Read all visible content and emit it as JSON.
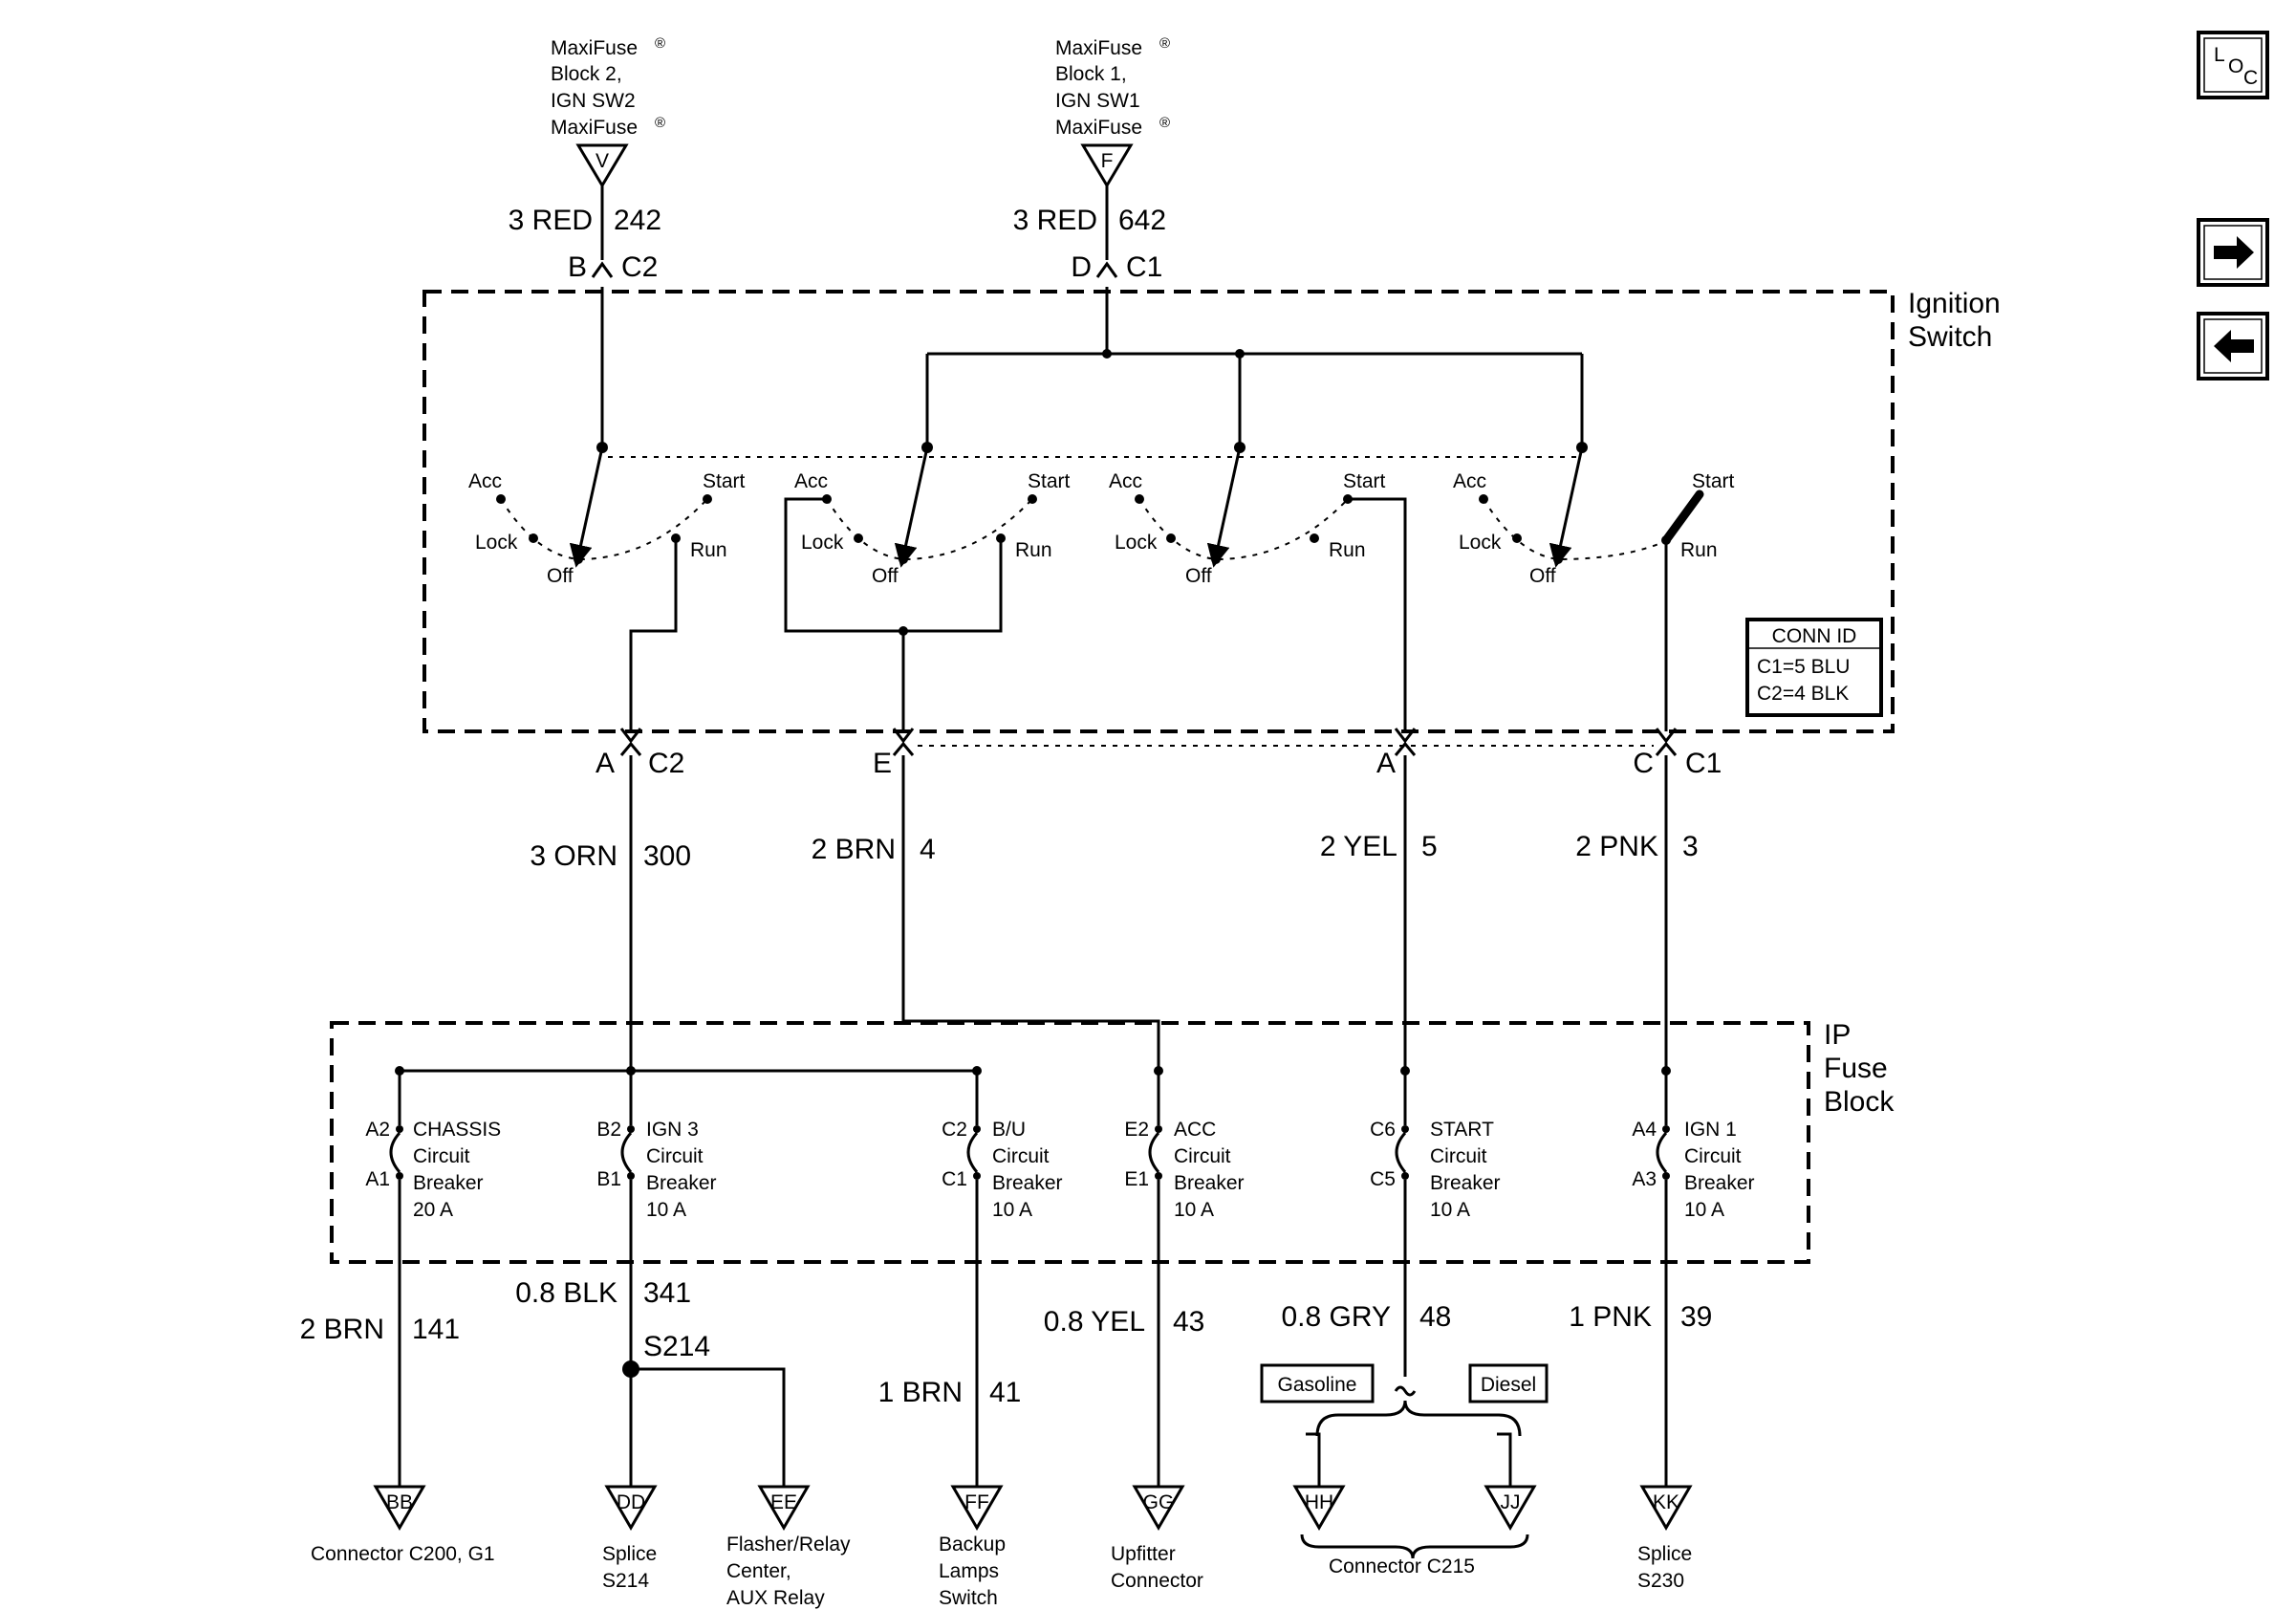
{
  "nav": {
    "loc_l": "L",
    "loc_o": "O",
    "loc_c": "C"
  },
  "top_feeds": [
    {
      "line1": "MaxiFuse",
      "line2": "Block 2,",
      "line3": "IGN SW2",
      "line4": "MaxiFuse",
      "symbol": "V",
      "wire": "3 RED",
      "circuit": "242",
      "pin": "B",
      "conn": "C2"
    },
    {
      "line1": "MaxiFuse",
      "line2": "Block 1,",
      "line3": "IGN SW1",
      "line4": "MaxiFuse",
      "symbol": "F",
      "wire": "3 RED",
      "circuit": "642",
      "pin": "D",
      "conn": "C1"
    }
  ],
  "registered_mark": "®",
  "ignition_switch": {
    "title_line1": "Ignition",
    "title_line2": "Switch",
    "positions": {
      "acc": "Acc",
      "start": "Start",
      "lock": "Lock",
      "off": "Off",
      "run": "Run"
    },
    "conn_id": {
      "title": "CONN ID",
      "c1": "C1=5 BLU",
      "c2": "C2=4 BLK"
    }
  },
  "switch_outputs": [
    {
      "pin": "A",
      "conn": "C2",
      "wire": "3 ORN",
      "circuit": "300"
    },
    {
      "pin": "E",
      "conn": "",
      "wire": "2 BRN",
      "circuit": "4"
    },
    {
      "pin": "A",
      "conn": "",
      "wire": "2 YEL",
      "circuit": "5"
    },
    {
      "pin": "C",
      "conn": "C1",
      "wire": "2 PNK",
      "circuit": "3"
    }
  ],
  "ip_fuse_block": {
    "title_line1": "IP",
    "title_line2": "Fuse",
    "title_line3": "Block",
    "breakers": [
      {
        "pin_in": "A2",
        "pin_out": "A1",
        "name": "CHASSIS",
        "l2": "Circuit",
        "l3": "Breaker",
        "rating": "20 A"
      },
      {
        "pin_in": "B2",
        "pin_out": "B1",
        "name": "IGN 3",
        "l2": "Circuit",
        "l3": "Breaker",
        "rating": "10 A"
      },
      {
        "pin_in": "C2",
        "pin_out": "C1",
        "name": "B/U",
        "l2": "Circuit",
        "l3": "Breaker",
        "rating": "10 A"
      },
      {
        "pin_in": "E2",
        "pin_out": "E1",
        "name": "ACC",
        "l2": "Circuit",
        "l3": "Breaker",
        "rating": "10 A"
      },
      {
        "pin_in": "C6",
        "pin_out": "C5",
        "name": "START",
        "l2": "Circuit",
        "l3": "Breaker",
        "rating": "10 A"
      },
      {
        "pin_in": "A4",
        "pin_out": "A3",
        "name": "IGN 1",
        "l2": "Circuit",
        "l3": "Breaker",
        "rating": "10 A"
      }
    ]
  },
  "outputs": [
    {
      "wire": "2 BRN",
      "circuit": "141"
    },
    {
      "wire": "0.8 BLK",
      "circuit": "341"
    },
    {
      "wire": "1 BRN",
      "circuit": "41"
    },
    {
      "wire": "0.8 YEL",
      "circuit": "43"
    },
    {
      "wire": "0.8 GRY",
      "circuit": "48"
    },
    {
      "wire": "1 PNK",
      "circuit": "39"
    }
  ],
  "splice": "S214",
  "options": {
    "gasoline": "Gasoline",
    "diesel": "Diesel"
  },
  "destinations": [
    {
      "symbol": "BB",
      "line1": "Connector C200, G1",
      "line2": "",
      "line3": ""
    },
    {
      "symbol": "DD",
      "line1": "Splice",
      "line2": "S214",
      "line3": ""
    },
    {
      "symbol": "EE",
      "line1": "Flasher/Relay",
      "line2": "Center,",
      "line3": "AUX Relay"
    },
    {
      "symbol": "FF",
      "line1": "Backup",
      "line2": "Lamps",
      "line3": "Switch"
    },
    {
      "symbol": "GG",
      "line1": "Upfitter",
      "line2": "Connector",
      "line3": ""
    },
    {
      "symbol": "HH",
      "line1": "",
      "line2": "",
      "line3": ""
    },
    {
      "symbol": "JJ",
      "line1": "",
      "line2": "",
      "line3": ""
    },
    {
      "symbol": "KK",
      "line1": "Splice",
      "line2": "S230",
      "line3": ""
    }
  ],
  "connector_c215": "Connector C215"
}
